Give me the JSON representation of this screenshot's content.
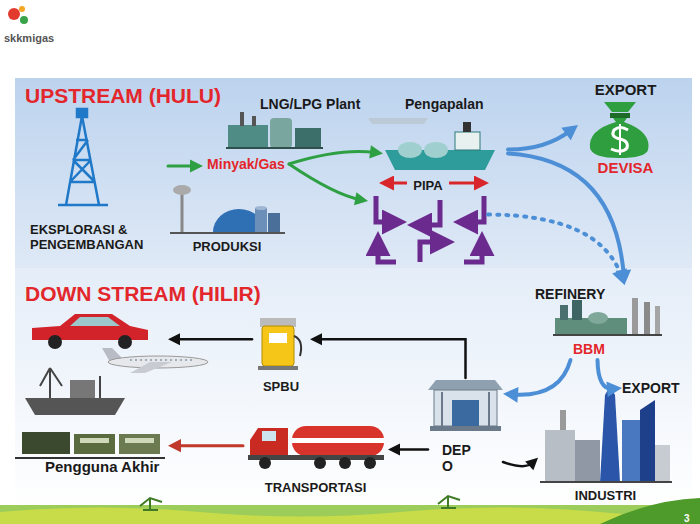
{
  "diagram": {
    "nodes": [
      {
        "text": [
          "UPSTREAM (HULU)"
        ]
      },
      {
        "text": [
          "EKSPLORASI & PENGEMBANGAN"
        ],
        "in": 0
      },
      {
        "text": [
          "Minyak/Gas"
        ],
        "in": 0
      },
      {
        "text": [
          "PRODUKSI"
        ],
        "in": 0
      },
      {
        "text": [
          "LNG/LPG Plant"
        ],
        "in": 0
      },
      {
        "text": [
          "Pengapalan"
        ],
        "in": 0
      },
      {
        "text": [
          "PIPA"
        ],
        "in": 0
      },
      {
        "text": [
          "EXPORT",
          "DEVISA"
        ],
        "in": 0
      },
      {
        "text": [
          "DOWN STREAM (HILIR)"
        ]
      },
      {
        "text": [
          "REFINERY",
          "BBM"
        ],
        "in": 8
      },
      {
        "text": [
          "EXPORT"
        ],
        "in": 8
      },
      {
        "text": [
          "DEP O"
        ],
        "in": 8
      },
      {
        "text": [
          "INDUSTRI"
        ],
        "in": 8
      },
      {
        "text": [
          "SPBU"
        ],
        "in": 8
      },
      {
        "text": [
          "TRANSPORTASI"
        ],
        "in": 8
      },
      {
        "text": [
          "Pengguna Akhir"
        ],
        "in": 8
      }
    ],
    "edges": [
      {
        "from": 1,
        "to": 2,
        "arrow": "to"
      },
      {
        "from": 2,
        "to": 5,
        "arrow": "to"
      },
      {
        "from": 2,
        "to": 6,
        "arrow": "to"
      },
      {
        "from": 5,
        "to": 7,
        "arrow": "to"
      },
      {
        "from": 5,
        "to": 9,
        "arrow": "to"
      },
      {
        "from": 6,
        "to": 9,
        "arrow": "to"
      },
      {
        "from": 9,
        "to": 11,
        "arrow": "to"
      },
      {
        "from": 9,
        "to": 10,
        "arrow": "to"
      },
      {
        "from": 11,
        "to": 13,
        "arrow": "to"
      },
      {
        "from": 11,
        "to": 14,
        "arrow": "to"
      },
      {
        "from": 11,
        "to": 12,
        "arrow": "to"
      },
      {
        "from": 13,
        "to": 15,
        "arrow": "to"
      },
      {
        "from": 14,
        "to": 15,
        "arrow": "to"
      }
    ],
    "labels": [
      "skkmigas",
      "3"
    ]
  }
}
